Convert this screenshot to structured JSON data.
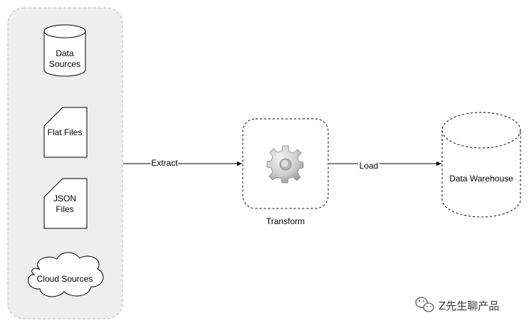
{
  "sources_group": {
    "data_sources_line1": "Data",
    "data_sources_line2": "Sources",
    "flat_files": "Flat Files",
    "json_files_line1": "JSON",
    "json_files_line2": "Files",
    "cloud_sources": "Cloud Sources"
  },
  "edges": {
    "extract": "Extract",
    "load": "Load"
  },
  "transform": {
    "label": "Transform",
    "icon": "gear-icon"
  },
  "warehouse": {
    "label": "Data Warehouse"
  },
  "watermark": {
    "text": "Z先生聊产品",
    "icon": "wechat-logo-icon"
  },
  "colors": {
    "group_fill": "#eeeeee",
    "group_border": "#bbbbbb",
    "stroke": "#000000"
  }
}
